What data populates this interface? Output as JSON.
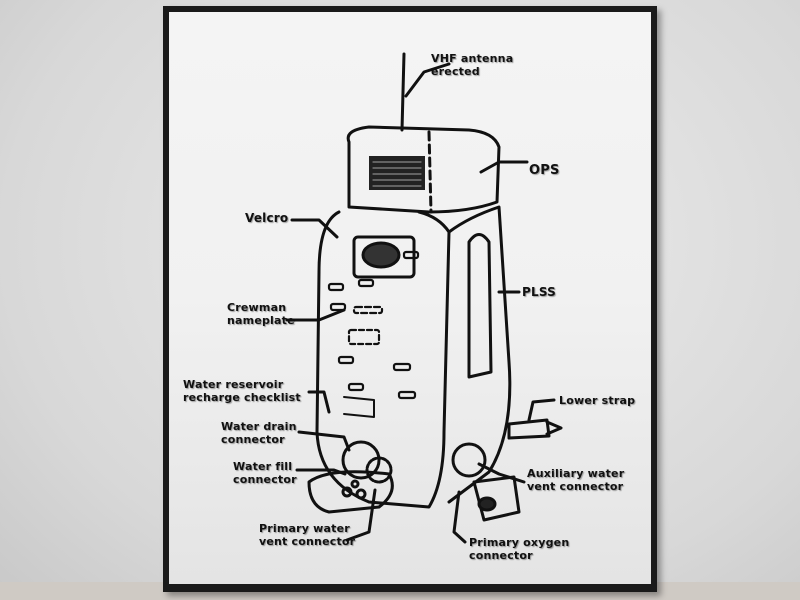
{
  "poster": {
    "subject": "EVA backpack line diagram",
    "labels": {
      "vhf": {
        "line1": "VHF antenna",
        "line2": "erected"
      },
      "ops": {
        "line1": "OPS"
      },
      "velcro": {
        "line1": "Velcro"
      },
      "plss": {
        "line1": "PLSS"
      },
      "crewman": {
        "line1": "Crewman",
        "line2": "nameplate"
      },
      "reservoir": {
        "line1": "Water reservoir",
        "line2": "recharge checklist"
      },
      "lower_strap": {
        "line1": "Lower strap"
      },
      "drain": {
        "line1": "Water drain",
        "line2": "connector"
      },
      "fill": {
        "line1": "Water fill",
        "line2": "connector"
      },
      "aux_vent": {
        "line1": "Auxiliary water",
        "line2": "vent connector"
      },
      "primary_water": {
        "line1": "Primary water",
        "line2": "vent connector"
      },
      "primary_oxygen": {
        "line1": "Primary oxygen",
        "line2": "connector"
      }
    }
  }
}
